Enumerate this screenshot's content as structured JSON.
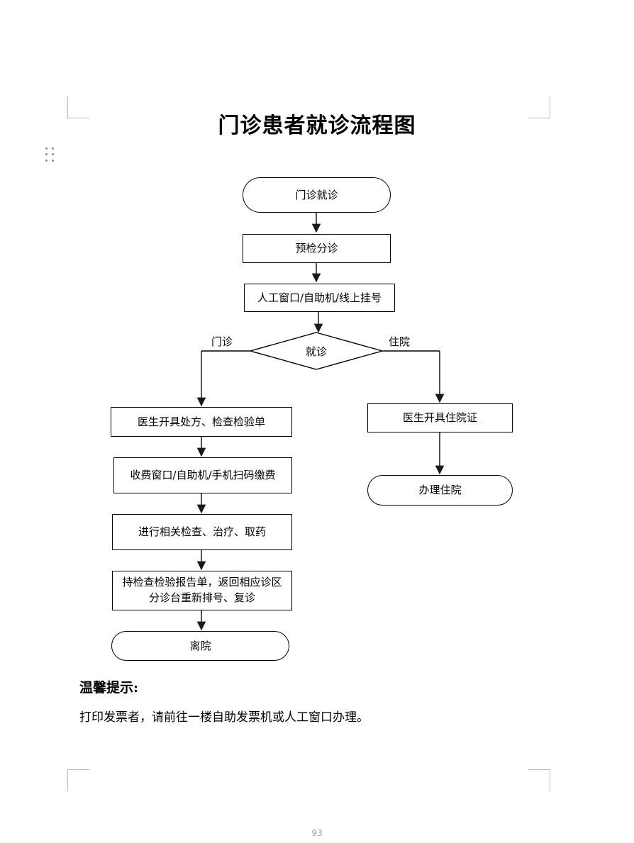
{
  "document": {
    "title": "门诊患者就诊流程图",
    "page_number": "93"
  },
  "flowchart": {
    "nodes": [
      {
        "id": "start",
        "label": "门诊就诊",
        "shape": "terminal"
      },
      {
        "id": "triage",
        "label": "预检分诊",
        "shape": "process"
      },
      {
        "id": "registration",
        "label": "人工窗口/自助机/线上挂号",
        "shape": "process"
      },
      {
        "id": "decision",
        "label": "就诊",
        "shape": "decision"
      },
      {
        "id": "prescribe",
        "label": "医生开具处方、检查检验单",
        "shape": "process"
      },
      {
        "id": "payment",
        "label": "收费窗口/自助机/手机扫码缴费",
        "shape": "process"
      },
      {
        "id": "exam",
        "label": "进行相关检查、治疗、取药",
        "shape": "process"
      },
      {
        "id": "revisit_l1",
        "label": "持检查检验报告单，返回相应诊区",
        "shape": "process"
      },
      {
        "id": "revisit_l2",
        "label": "分诊台重新排号、复诊",
        "shape": "process"
      },
      {
        "id": "leave",
        "label": "离院",
        "shape": "terminal"
      },
      {
        "id": "admit_cert",
        "label": "医生开具住院证",
        "shape": "process"
      },
      {
        "id": "admit",
        "label": "办理住院",
        "shape": "terminal"
      }
    ],
    "branch_labels": {
      "left": "门诊",
      "right": "住院"
    }
  },
  "notes": {
    "heading": "温馨提示:",
    "body": "打印发票者，请前往一楼自助发票机或人工窗口办理。"
  },
  "colors": {
    "stroke": "#000000",
    "connector": "#3f3f3f",
    "margin_mark": "#b9b9b9",
    "page_number": "#9a9aa5"
  }
}
